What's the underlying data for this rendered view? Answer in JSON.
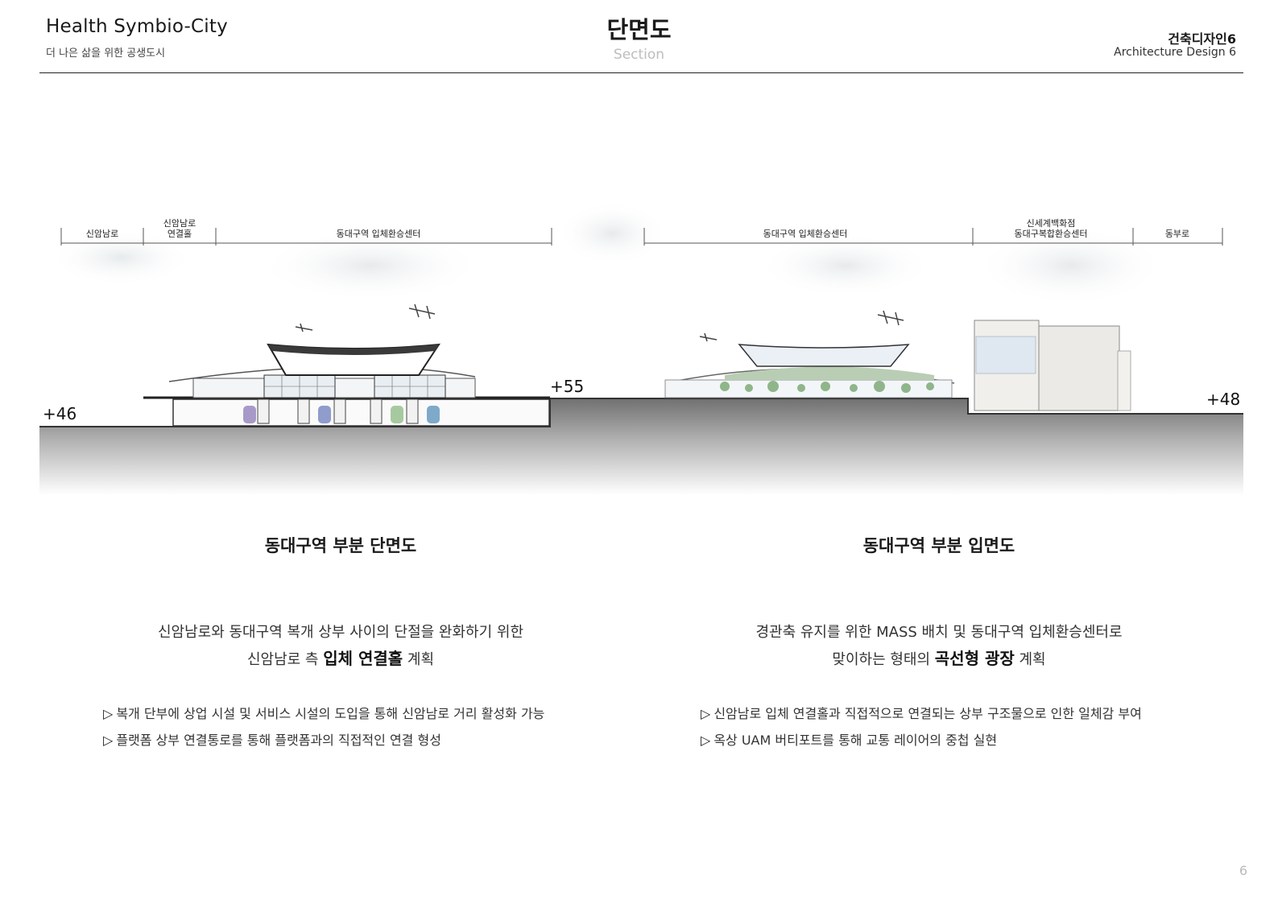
{
  "header": {
    "project_title": "Health Symbio-City",
    "project_subtitle": "더 나은 삶을 위한 공생도시",
    "sheet_title": "단면도",
    "sheet_subtitle": "Section",
    "course_ko": "건축디자인6",
    "course_en": "Architecture  Design 6"
  },
  "page_number": "6",
  "section_drawing": {
    "dim_labels": [
      "신암남로",
      "신암남로\n연결홀",
      "동대구역 입체환승센터"
    ],
    "elevations": [
      "+46",
      "+55"
    ]
  },
  "elevation_drawing": {
    "dim_labels": [
      "동대구역 입체환승센터",
      "신세계백화점\n동대구복합환승센터",
      "동부로"
    ],
    "elevations": [
      "+48"
    ]
  },
  "left_panel": {
    "caption": "동대구역 부분 단면도",
    "desc_line1": "신암남로와  동대구역  복개  상부  사이의  단절을  완화하기  위한",
    "desc_line2_pre": "신암남로  측 ",
    "desc_line2_bold": "입체 연결홀",
    "desc_line2_post": " 계획",
    "bullets": [
      "복개 단부에 상업 시설 및 서비스 시설의 도입을 통해 신암남로 거리 활성화 가능",
      "플랫폼 상부 연결통로를 통해 플랫폼과의 직접적인 연결 형성"
    ]
  },
  "right_panel": {
    "caption": "동대구역 부분 입면도",
    "desc_line1": "경관축  유지를  위한  MASS  배치  및  동대구역  입체환승센터로",
    "desc_line2_pre": "맞이하는  형태의 ",
    "desc_line2_bold": "곡선형 광장",
    "desc_line2_post": " 계획",
    "bullets": [
      "신암남로 입체 연결홀과 직접적으로 연결되는 상부 구조물으로 인한 일체감 부여",
      "옥상 UAM 버티포트를 통해 교통 레이어의 중첩 실현"
    ]
  },
  "colors": {
    "ground_top": "#7a7a7a",
    "ground_fade": "#ffffff",
    "roof": "#3a3a3a",
    "glass": "#dfe8f2",
    "tree": "#8fb58a",
    "train_purple": "#a89ac8",
    "train_blue": "#8f9ccc",
    "train_green": "#a7c9a0",
    "train_teal": "#7fa9c9"
  },
  "icons": [
    "triangle-bullet-icon",
    "uam-drone-icon",
    "tree-icon",
    "train-icon"
  ]
}
